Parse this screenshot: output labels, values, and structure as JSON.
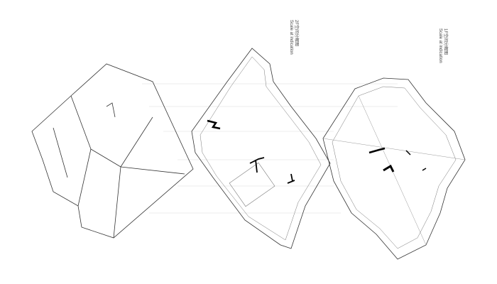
{
  "labels": {
    "floor2_title": "2F空间分解图",
    "floor2_scale": "Scale at indication",
    "floor1_title": "1F空间分解图",
    "floor1_scale": "Scale at indication"
  },
  "colors": {
    "line": "#333333",
    "guide": "#d8d8d8"
  }
}
